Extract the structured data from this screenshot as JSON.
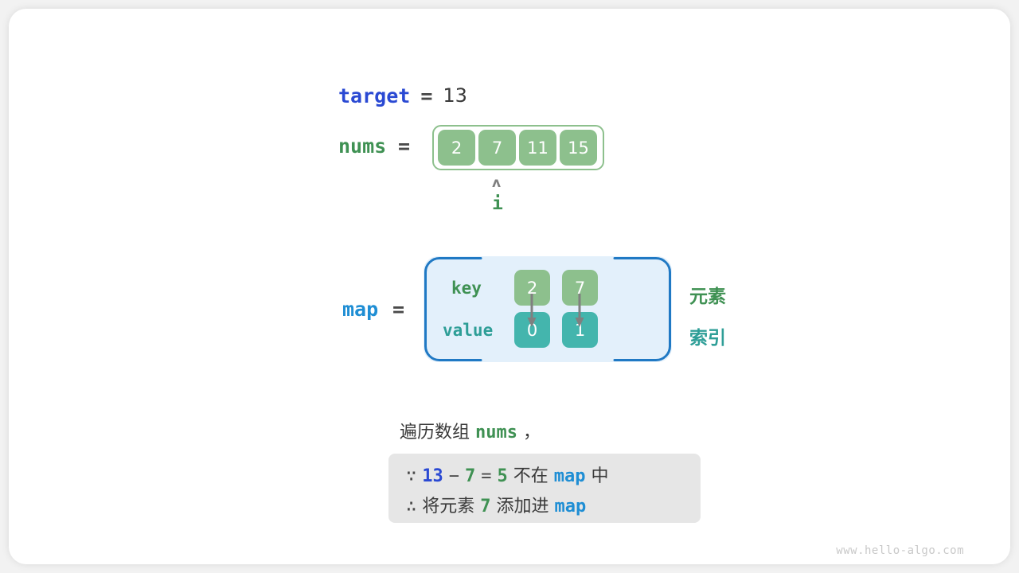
{
  "diagram": {
    "title": "two-sum hash map step",
    "watermark": "www.hello-algo.com"
  },
  "target": {
    "name": "target",
    "equals": "=",
    "value": "13"
  },
  "nums": {
    "name": "nums",
    "equals": "=",
    "cells": [
      "2",
      "7",
      "11",
      "15"
    ],
    "pointer": {
      "caret": "ʌ",
      "label": "i",
      "index": 1
    }
  },
  "map": {
    "name": "map",
    "equals": "=",
    "key_label": "key",
    "value_label": "value",
    "keys": [
      "2",
      "7"
    ],
    "values": [
      "0",
      "1"
    ],
    "side_labels": {
      "element": "元素",
      "index": "索引"
    }
  },
  "captions": {
    "iterate_prefix": "遍历数组 ",
    "iterate_code": "nums",
    "iterate_suffix": " ，",
    "line1": {
      "mark": "∵",
      "a": "13",
      "minus": "−",
      "b": "7",
      "eq": "=",
      "result": "5",
      "text_mid": " 不在 ",
      "map": "map",
      "text_end": " 中"
    },
    "line2": {
      "mark": "∴",
      "text_start": " 将元素 ",
      "elem": "7",
      "text_mid": " 添加进 ",
      "map": "map"
    }
  },
  "colors": {
    "target_blue": "#2a49d3",
    "map_blue": "#1f8ed4",
    "green": "#3f9153",
    "cell_green": "#8dc08d",
    "teal": "#44b5ad",
    "teal_text": "#2e9e97",
    "map_bg": "#e3f0fb",
    "map_border": "#2079c4",
    "info_bg": "#e6e6e6",
    "arrow_gray": "#808080"
  }
}
